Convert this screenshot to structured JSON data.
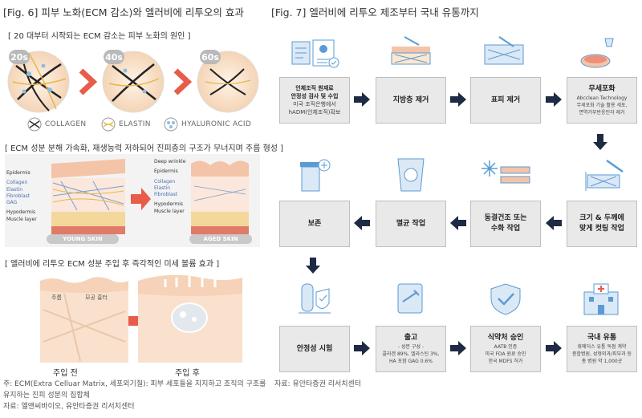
{
  "fig6": {
    "title": "[Fig. 6] 피부 노화(ECM 감소)와 엘러비에 리투오의 효과",
    "section1": "[ 20 대부터 시작되는 ECM 감소는 피부 노화의 원인 ]",
    "ages": [
      "20s",
      "40s",
      "60s"
    ],
    "legend": [
      "COLLAGEN",
      "ELASTIN",
      "HYALURONIC ACID"
    ],
    "section2": "[ ECM 성분 분해 가속화, 재생능력 저하되어 진피층의 구조가 무너지며 주름 형성 ]",
    "young_layers": [
      "Epidermis",
      "Collagen",
      "Elastin",
      "Fibroblast",
      "GAG",
      "Hypodermis",
      "Muscle layer"
    ],
    "aged_layers": [
      "Deep wrinkle",
      "Epidermis",
      "Collagen",
      "Elastin",
      "Fibroblast",
      "Hypodermis",
      "Muscle layer"
    ],
    "young_caption": "YOUNG SKIN",
    "aged_caption": "AGED SKIN",
    "section3": "[ 엘러비에 리투오 ECM 성분 주입 후 즉각적인 미세 볼륨 효과 ]",
    "before_labels": [
      "주름",
      "모공 흉터"
    ],
    "before_caption": "주입 전",
    "after_caption": "주입 후",
    "note1": "주: ECM(Extra Celluar Matrix, 세포외기질): 피부 세포들을 지지하고 조직의 구조를",
    "note2": "유지하는 진피 성분의 집합체",
    "source": "자료: 엘앤씨바이오, 유안타증권 리서치센터"
  },
  "fig7": {
    "title": "[Fig. 7] 엘러비에 리투오 제조부터 국내 유통까지",
    "steps": [
      {
        "title": "인체조직 원재료",
        "lines": [
          "안정성 검사 및 수입",
          "미국 조직은행에서",
          "hADM(인체조직)확보"
        ]
      },
      {
        "title": "지방층 제거",
        "lines": []
      },
      {
        "title": "표피 제거",
        "lines": []
      },
      {
        "title": "무세포화",
        "lines": [
          "Abcclean Technology",
          "무세포화 기술 활용 세포,",
          "면역거부반응인자 제거"
        ]
      },
      {
        "title": "크기 & 두께에",
        "lines": [
          "맞게 컷팅 작업"
        ]
      },
      {
        "title": "동결건조 또는",
        "lines": [
          "수화 작업"
        ]
      },
      {
        "title": "멸균 작업",
        "lines": []
      },
      {
        "title": "보존",
        "lines": []
      },
      {
        "title": "안정성 시험",
        "lines": []
      },
      {
        "title": "출고",
        "lines": [
          "- 성분 구성 -",
          "콜라겐 89%, 엘라스틴 3%,",
          "HA 포함 GAG 0.6%"
        ]
      },
      {
        "title": "식약처 승인",
        "lines": [
          "AATB 인증",
          "미국 FDA 원료 승인",
          "한국 MDFS 허가"
        ]
      },
      {
        "title": "국내 유통",
        "lines": [
          "휴메딕스 유통 독점 계약",
          "종합병원, 성형외과/피부과 등",
          "총 병원 약 1,000곳"
        ]
      }
    ],
    "source": "자료: 유안타증권 리서치센터"
  },
  "colors": {
    "accent": "#e85c4a",
    "arrow_dark": "#1f2a44",
    "box_bg": "#e9e9e9",
    "icon_blue": "#5a9bd5"
  }
}
